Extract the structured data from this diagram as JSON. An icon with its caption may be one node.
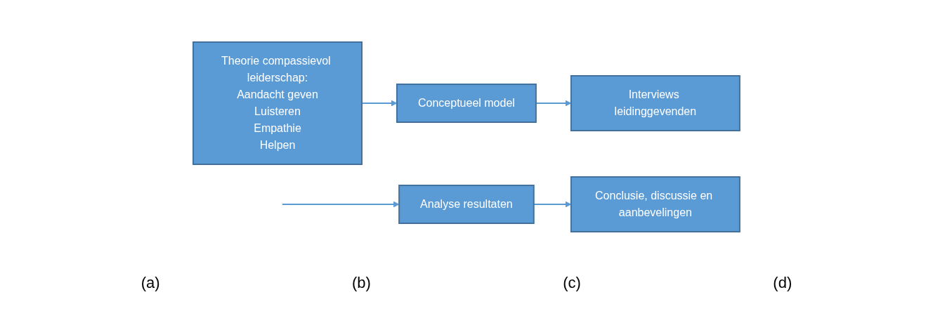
{
  "diagram": {
    "nodes": [
      {
        "text": [
          "Theorie compassievol leiderschap:",
          "Aandacht geven",
          "Luisteren",
          "Empathie",
          "Helpen"
        ]
      },
      {
        "text": [
          "Interviews leidinggevenden"
        ]
      },
      {
        "text": [
          "Conceptueel model"
        ]
      },
      {
        "text": [
          "Analyse resultaten"
        ]
      },
      {
        "text": [
          "Conclusie, discussie en aanbevelingen"
        ]
      }
    ],
    "edges": [
      {
        "from": 0,
        "to": 2,
        "arrow": "to"
      },
      {
        "from": 2,
        "to": 1,
        "arrow": "to"
      },
      {
        "from": null,
        "to": 3,
        "arrow": "to"
      },
      {
        "from": 3,
        "to": 4,
        "arrow": "to"
      }
    ],
    "labels": [
      "(a)",
      "(b)",
      "(c)",
      "(d)"
    ]
  }
}
